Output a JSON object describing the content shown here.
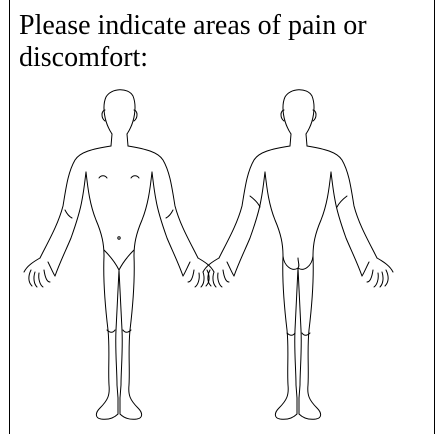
{
  "form": {
    "prompt": "Please indicate areas of pain or discomfort:"
  },
  "figures": [
    {
      "view": "front",
      "icon": "body-outline-front"
    },
    {
      "view": "back",
      "icon": "body-outline-back"
    }
  ]
}
